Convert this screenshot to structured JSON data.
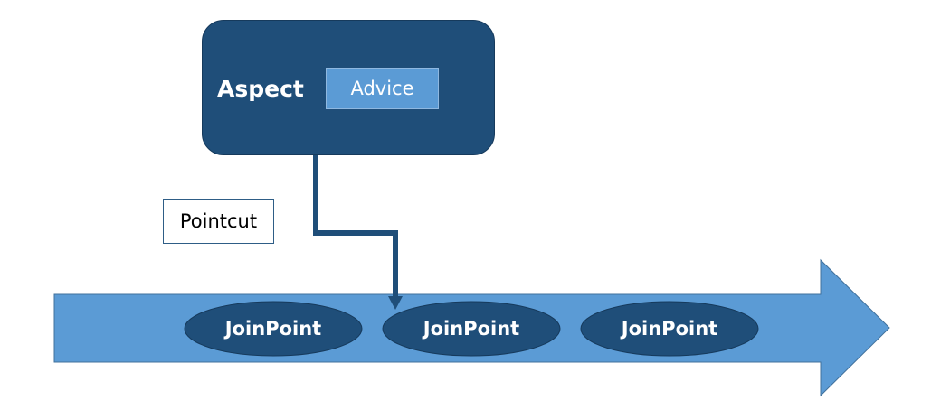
{
  "aspect": {
    "label": "Aspect",
    "advice": "Advice"
  },
  "pointcut": {
    "label": "Pointcut"
  },
  "timeline": {
    "joinpoints": [
      "JoinPoint",
      "JoinPoint",
      "JoinPoint"
    ]
  },
  "colors": {
    "aspect_fill": "#1f4e79",
    "advice_fill": "#5b9bd5",
    "arrow_fill": "#5b9bd5",
    "joinpoint_fill": "#1f4e79",
    "connector": "#1f4e79"
  }
}
